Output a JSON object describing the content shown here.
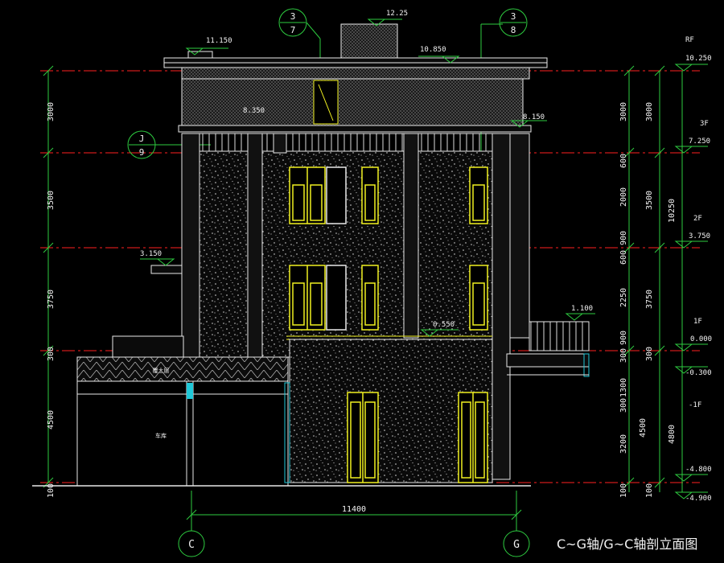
{
  "drawing": {
    "title": "C~G轴/G~C轴剖立面图",
    "colors": {
      "background": "#000000",
      "outline": "#e8e8e8",
      "red_axis": "#ff2020",
      "green_dim": "#2ecc40",
      "yellow_window": "#f0f020",
      "cyan_glass": "#20c8d8"
    }
  },
  "axis_bubbles": {
    "top_left": {
      "num": "3",
      "den": "7"
    },
    "top_right": {
      "num": "3",
      "den": "8"
    },
    "side": {
      "num": "J",
      "den": "9"
    },
    "bottom_left": "C",
    "bottom_right": "G"
  },
  "elevation_marks": {
    "top_chimney": "12.25",
    "roof_left": "11.150",
    "roof_right": "10.850",
    "parapet_inner": "8.350",
    "parapet_right": "8.150",
    "left_canopy": "3.150",
    "mid_canopy": "0.550",
    "balcony": "1.100"
  },
  "floor_labels": {
    "rf": "RF",
    "rf_level": "10.250",
    "f3": "3F",
    "f3_level": "7.250",
    "f2": "2F",
    "f2_level": "3.750",
    "f1": "1F",
    "f1_level": "0.000",
    "f1_sub": "-0.300",
    "b1": "-1F",
    "b1_level": "-4.800",
    "b1_sub": "-4.900"
  },
  "dimensions": {
    "left": [
      "3000",
      "3500",
      "3750",
      "300",
      "4500",
      "100"
    ],
    "right_detail": [
      "3000",
      "600",
      "2000",
      "900",
      "600",
      "2250",
      "900",
      "300",
      "1300",
      "300",
      "3200",
      "100"
    ],
    "right_floor": [
      "3000",
      "3500",
      "3750",
      "300",
      "4500",
      "100"
    ],
    "total": "10250",
    "basement_total": "4800",
    "bottom_width": "11400"
  },
  "room_labels": {
    "garage_slab": "覆土层",
    "garage": "车库"
  }
}
